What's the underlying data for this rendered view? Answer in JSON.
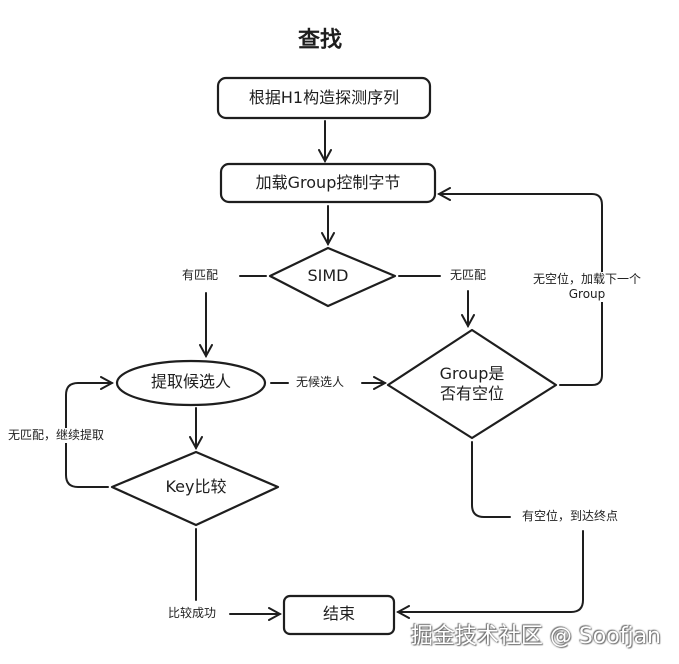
{
  "title": "查找",
  "nodes": {
    "build_probe": "根据H1构造探测序列",
    "load_group": "加载Group控制字节",
    "simd": "SIMD",
    "extract": "提取候选人",
    "group_empty": "Group是\n否有空位",
    "key_compare": "Key比较",
    "end": "结束"
  },
  "edges": {
    "has_match": "有匹配",
    "no_match": "无匹配",
    "no_candidate": "无候选人",
    "no_match_continue": "无匹配，继续提取",
    "no_slot_load_next": "无空位，加载下一个\nGroup",
    "has_slot_end": "有空位，到达终点",
    "compare_success": "比较成功"
  },
  "watermark": "掘金技术社区 @ Soofjan"
}
